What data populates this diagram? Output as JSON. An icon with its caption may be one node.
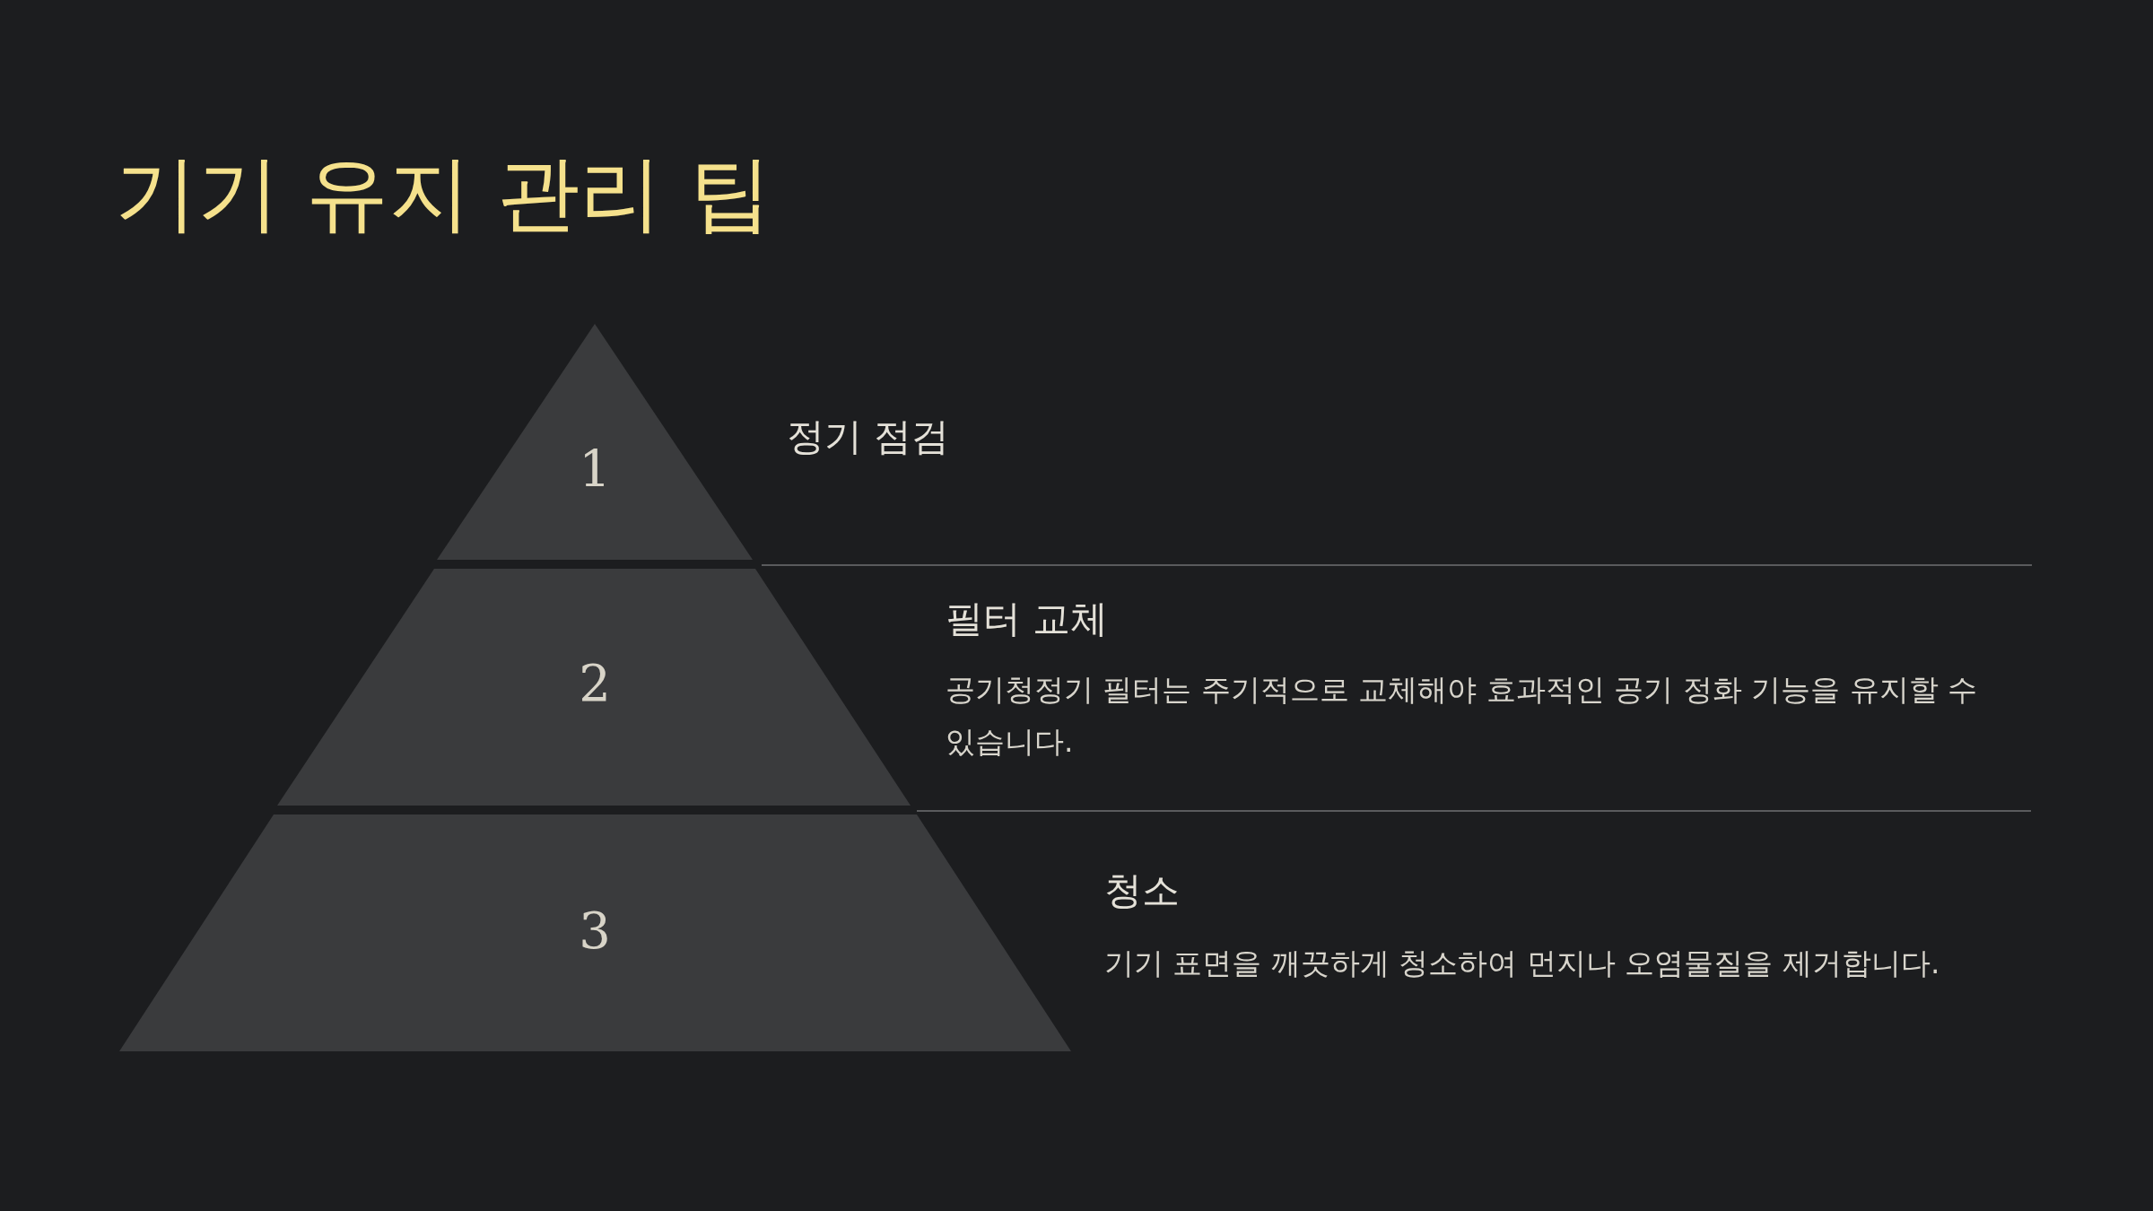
{
  "diagram": {
    "title": "기기 유지 관리 팁",
    "nodes": [
      {
        "text": [
          "1"
        ],
        "beside": [
          "정기 점검"
        ]
      },
      {
        "text": [
          "2"
        ],
        "beside": [
          "필터 교체",
          "공기청정기 필터는 주기적으로 교체해야 효과적인 공기 정화 기능을 유지할 수 있습니다."
        ]
      },
      {
        "text": [
          "3"
        ],
        "beside": [
          "청소",
          "기기 표면을 깨끗하게 청소하여 먼지나 오염물질을 제거합니다."
        ]
      }
    ]
  }
}
